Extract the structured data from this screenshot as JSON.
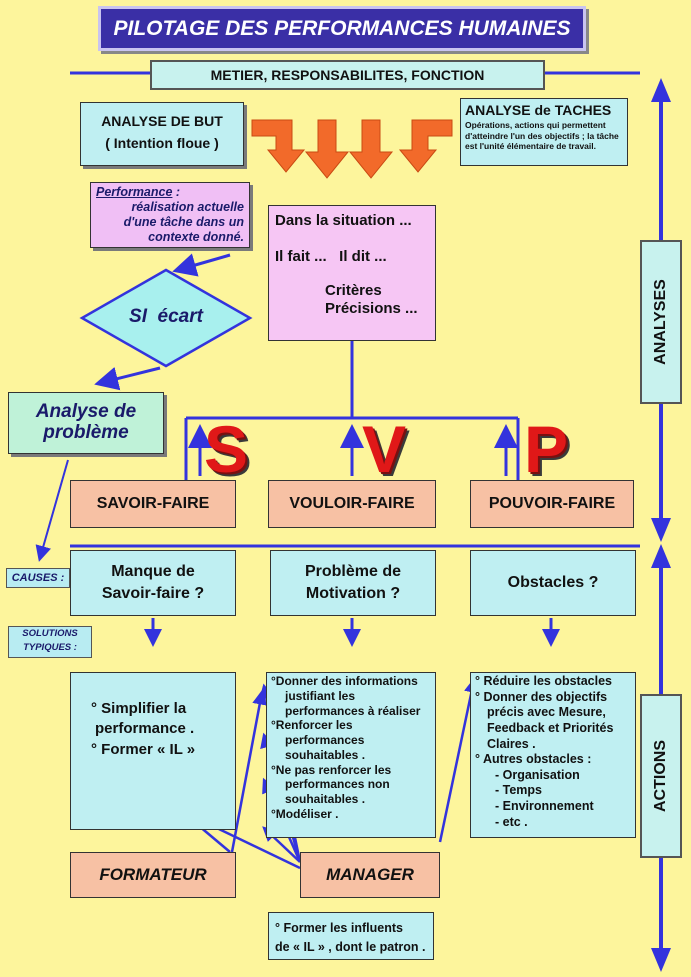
{
  "title": "PILOTAGE DES PERFORMANCES HUMAINES",
  "subtitle": "METIER, RESPONSABILITES, FONCTION",
  "analyse_but": {
    "line1": "ANALYSE DE BUT",
    "line2": "( Intention floue )"
  },
  "analyse_taches": {
    "title": "ANALYSE de TACHES",
    "text": "Opérations, actions qui permettent d'atteindre l'un des objectifs ; la tâche est l'unité élémentaire de travail."
  },
  "performance": {
    "term": "Performance",
    "colon": " :",
    "definition": "réalisation actuelle d'une tâche dans un contexte donné."
  },
  "situation": {
    "line1": "Dans la situation ...",
    "line2": "Il fait ...   Il dit ...",
    "line3": "Critères",
    "line4": "Précisions ..."
  },
  "si_ecart": "SI  écart",
  "analyse_probleme": {
    "line1": "Analyse de",
    "line2": "problème"
  },
  "svp": {
    "s": "S",
    "v": "V",
    "p": "P"
  },
  "savoir_faire": "SAVOIR-FAIRE",
  "vouloir_faire": "VOULOIR-FAIRE",
  "pouvoir_faire": "POUVOIR-FAIRE",
  "analyses_label": "ANALYSES",
  "actions_label": "ACTIONS",
  "causes_label": "CAUSES :",
  "solutions_label": {
    "line1": "SOLUTIONS",
    "line2": "TYPIQUES :"
  },
  "causes": {
    "manque": {
      "line1": "Manque de",
      "line2": "Savoir-faire ?"
    },
    "motivation": {
      "line1": "Problème de",
      "line2": "Motivation ?"
    },
    "obstacles": "Obstacles ?"
  },
  "solution_formation": {
    "line1": "° Simplifier la",
    "line2": "performance .",
    "line3": "° Former « IL »"
  },
  "solution_motivation": [
    "°Donner des informations",
    "justifiant les",
    "performances à réaliser",
    "°Renforcer les",
    "performances",
    "souhaitables .",
    "°Ne pas renforcer les",
    "performances non",
    "souhaitables .",
    "°Modéliser ."
  ],
  "solution_obstacles": [
    "° Réduire les obstacles",
    "° Donner des objectifs",
    "précis avec Mesure,",
    "Feedback et Priorités",
    "Claires .",
    "° Autres obstacles :",
    "- Organisation",
    "- Temps",
    "- Environnement",
    "- etc ."
  ],
  "formateur": "FORMATEUR",
  "manager": "MANAGER",
  "influents": {
    "line1": "° Former les influents",
    "line2": "de « IL » , dont le patron ."
  },
  "colors": {
    "background": "#fdf59c",
    "title_bg": "#3a2fa6",
    "arrow_blue": "#3333dd",
    "orange_arrow": "#f26a2a",
    "svp_red": "#e01818"
  }
}
